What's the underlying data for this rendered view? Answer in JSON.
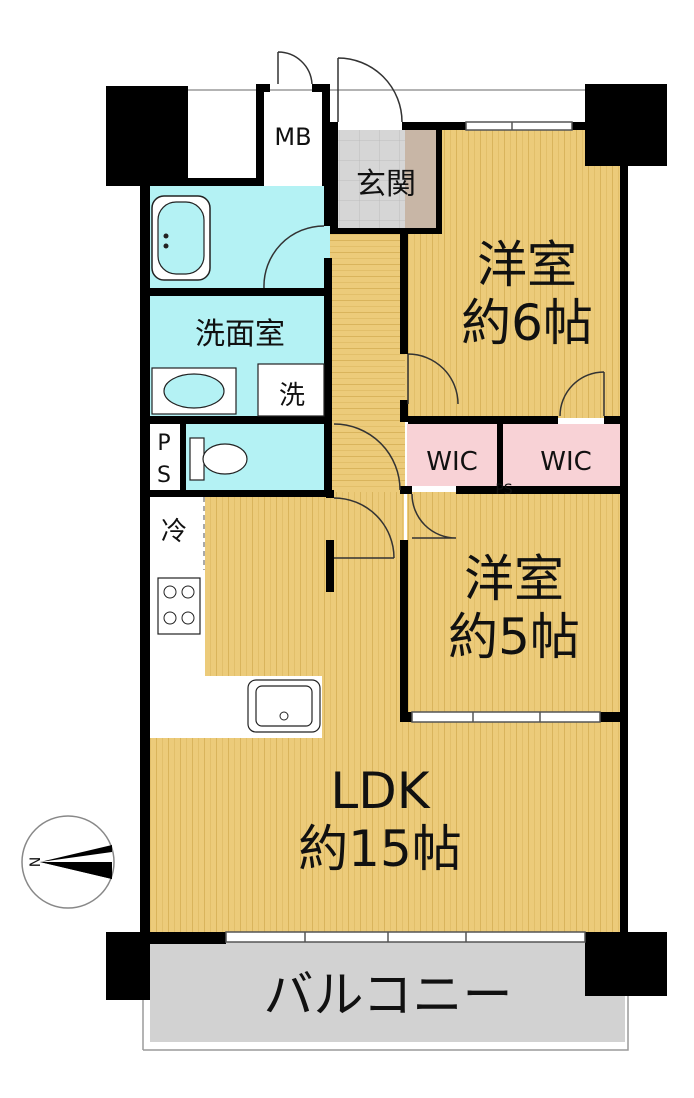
{
  "rooms": {
    "mb": "MB",
    "genkan": "玄関",
    "western1_name": "洋室",
    "western1_size": "約6帖",
    "washroom": "洗面室",
    "washer": "洗",
    "ps_p": "P",
    "ps_s": "S",
    "wic1": "WIC",
    "wic2": "WIC",
    "ps_small": "PS",
    "fridge": "冷",
    "western2_name": "洋室",
    "western2_size": "約5帖",
    "ldk_name": "LDK",
    "ldk_size": "約15帖",
    "balcony": "バルコニー"
  },
  "compass": {
    "north_label": "N"
  },
  "colors": {
    "wood": "#eccb7a",
    "wood_stripe": "#d9b45c",
    "water": "#b4f2f4",
    "walkin": "#f8d2d6",
    "entrance_tile": "#d6d6d6",
    "balcony": "#d2d2d2",
    "wall": "#000000"
  }
}
